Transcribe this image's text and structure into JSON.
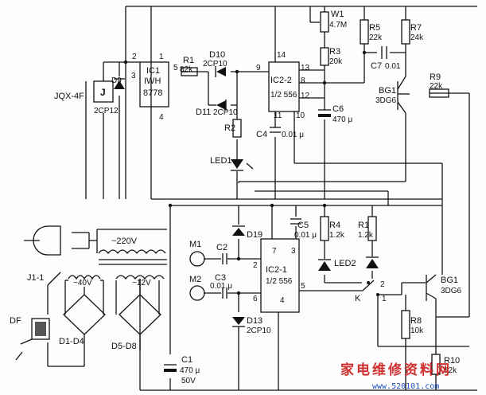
{
  "labels": {
    "ic1": "IC1",
    "ic1_model": "IWH",
    "ic1_num": "8778",
    "ic1_p1": "1",
    "ic1_p2": "2",
    "ic1_p3": "3",
    "ic1_p4": "4",
    "ic1_p5": "5",
    "relay_name": "JQX-4F",
    "relay_j": "J",
    "d9": "D9",
    "d9_type": "2CP12",
    "r1": "R1",
    "r1_val": "82k",
    "d10": "D10",
    "d10_type": "2CP10",
    "d11": "D11",
    "d11_type": "2CP10",
    "r2": "R2",
    "led1": "LED1",
    "c4": "C4",
    "c4_val": "0.01 μ",
    "ic2_2": "IC2-2",
    "ic2_2_type": "1/2 556",
    "p14": "14",
    "p13": "13",
    "p9": "9",
    "p8": "8",
    "p12": "12",
    "p11": "11",
    "p10": "10",
    "w1": "W1",
    "w1_val": "4.7M",
    "r3": "R3",
    "r3_val": "20k",
    "r5": "R5",
    "r5_val": "22k",
    "r7": "R7",
    "r7_val": "24k",
    "c7": "C7",
    "c7_val": "0.01",
    "c6": "C6",
    "c6_val": "470 μ",
    "bg1_top": "BG1",
    "bg1_top_type": "3DG6",
    "r9": "R9",
    "r9_val": "22k",
    "plug_voltage": "~220V",
    "j1_1": "J1-1",
    "v40": "~40V",
    "v12": "~12V",
    "df": "DF",
    "d1d4": "D1-D4",
    "d5d8": "D5-D8",
    "c1": "C1",
    "c1_val": "470 μ",
    "c1_volt": "50V",
    "m1": "M1",
    "m2": "M2",
    "c2": "C2",
    "c3": "C3",
    "c3_val": "0.01 μ",
    "d19": "D19",
    "d13": "D13",
    "d13_type": "2CP10",
    "c5": "C5",
    "c5_val": "0.01 μ",
    "ic2_1": "IC2-1",
    "ic2_1_type": "1/2 556",
    "p7": "7",
    "p3": "3",
    "p2": "2",
    "p6": "6",
    "p4": "4",
    "p5": "5",
    "r4": "R4",
    "r4_val": "1.2k",
    "r1b": "R1",
    "r1b_val": "1.2k",
    "led2": "LED2",
    "k": "K",
    "k_p1": "1",
    "k_p2": "2",
    "bg1_bot": "BG1",
    "bg1_bot_type": "3DG6",
    "r8": "R8",
    "r8_val": "10k",
    "r10": "R10",
    "r10_val": "12k"
  },
  "watermark": {
    "text": "家电维修资料网",
    "url": "www.520101.com"
  }
}
